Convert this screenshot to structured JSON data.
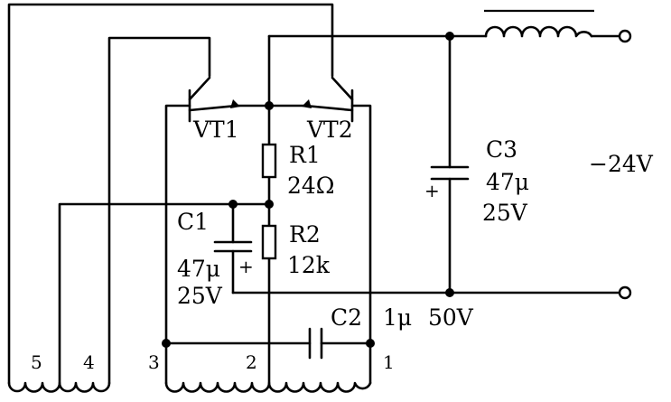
{
  "components": {
    "vt1": {
      "label": "VT1"
    },
    "vt2": {
      "label": "VT2"
    },
    "r1": {
      "label": "R1",
      "value": "24Ω"
    },
    "r2": {
      "label": "R2",
      "value": "12k"
    },
    "c1": {
      "label": "C1",
      "value": "47μ",
      "voltage": "25V",
      "polarity": "+"
    },
    "c2": {
      "label": "C2",
      "value": "1μ",
      "voltage": "50V"
    },
    "c3": {
      "label": "C3",
      "value": "47μ",
      "voltage": "25V",
      "polarity": "+"
    }
  },
  "supply": {
    "label": "−24V"
  },
  "taps": [
    "5",
    "4",
    "3",
    "2",
    "1"
  ],
  "icons": [
    "npn-transistor-icon",
    "resistor-icon",
    "electrolytic-capacitor-icon",
    "capacitor-icon",
    "inductor-icon",
    "transformer-winding-icon",
    "terminal-icon"
  ]
}
